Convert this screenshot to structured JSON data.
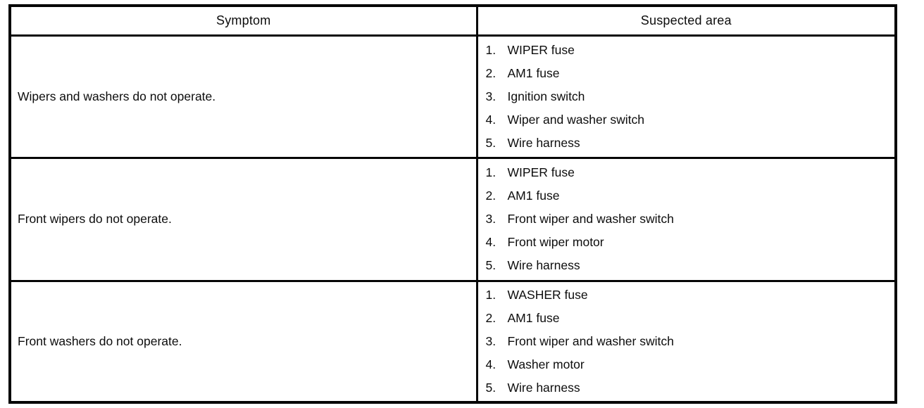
{
  "table": {
    "headers": [
      "Symptom",
      "Suspected area"
    ],
    "rows": [
      {
        "symptom": "Wipers and washers do not operate.",
        "suspected_areas": [
          {
            "num": "1.",
            "label": "WIPER fuse"
          },
          {
            "num": "2.",
            "label": "AM1 fuse"
          },
          {
            "num": "3.",
            "label": "Ignition switch"
          },
          {
            "num": "4.",
            "label": "Wiper and washer switch"
          },
          {
            "num": "5.",
            "label": "Wire harness"
          }
        ]
      },
      {
        "symptom": "Front wipers do not operate.",
        "suspected_areas": [
          {
            "num": "1.",
            "label": "WIPER fuse"
          },
          {
            "num": "2.",
            "label": "AM1 fuse"
          },
          {
            "num": "3.",
            "label": "Front wiper and washer switch"
          },
          {
            "num": "4.",
            "label": "Front wiper motor"
          },
          {
            "num": "5.",
            "label": "Wire harness"
          }
        ]
      },
      {
        "symptom": "Front washers do not operate.",
        "suspected_areas": [
          {
            "num": "1.",
            "label": "WASHER fuse"
          },
          {
            "num": "2.",
            "label": "AM1 fuse"
          },
          {
            "num": "3.",
            "label": "Front wiper and washer switch"
          },
          {
            "num": "4.",
            "label": "Washer motor"
          },
          {
            "num": "5.",
            "label": "Wire harness"
          }
        ]
      }
    ]
  },
  "colors": {
    "background": "#ffffff",
    "border": "#060606",
    "text": "#0d0d0d"
  }
}
